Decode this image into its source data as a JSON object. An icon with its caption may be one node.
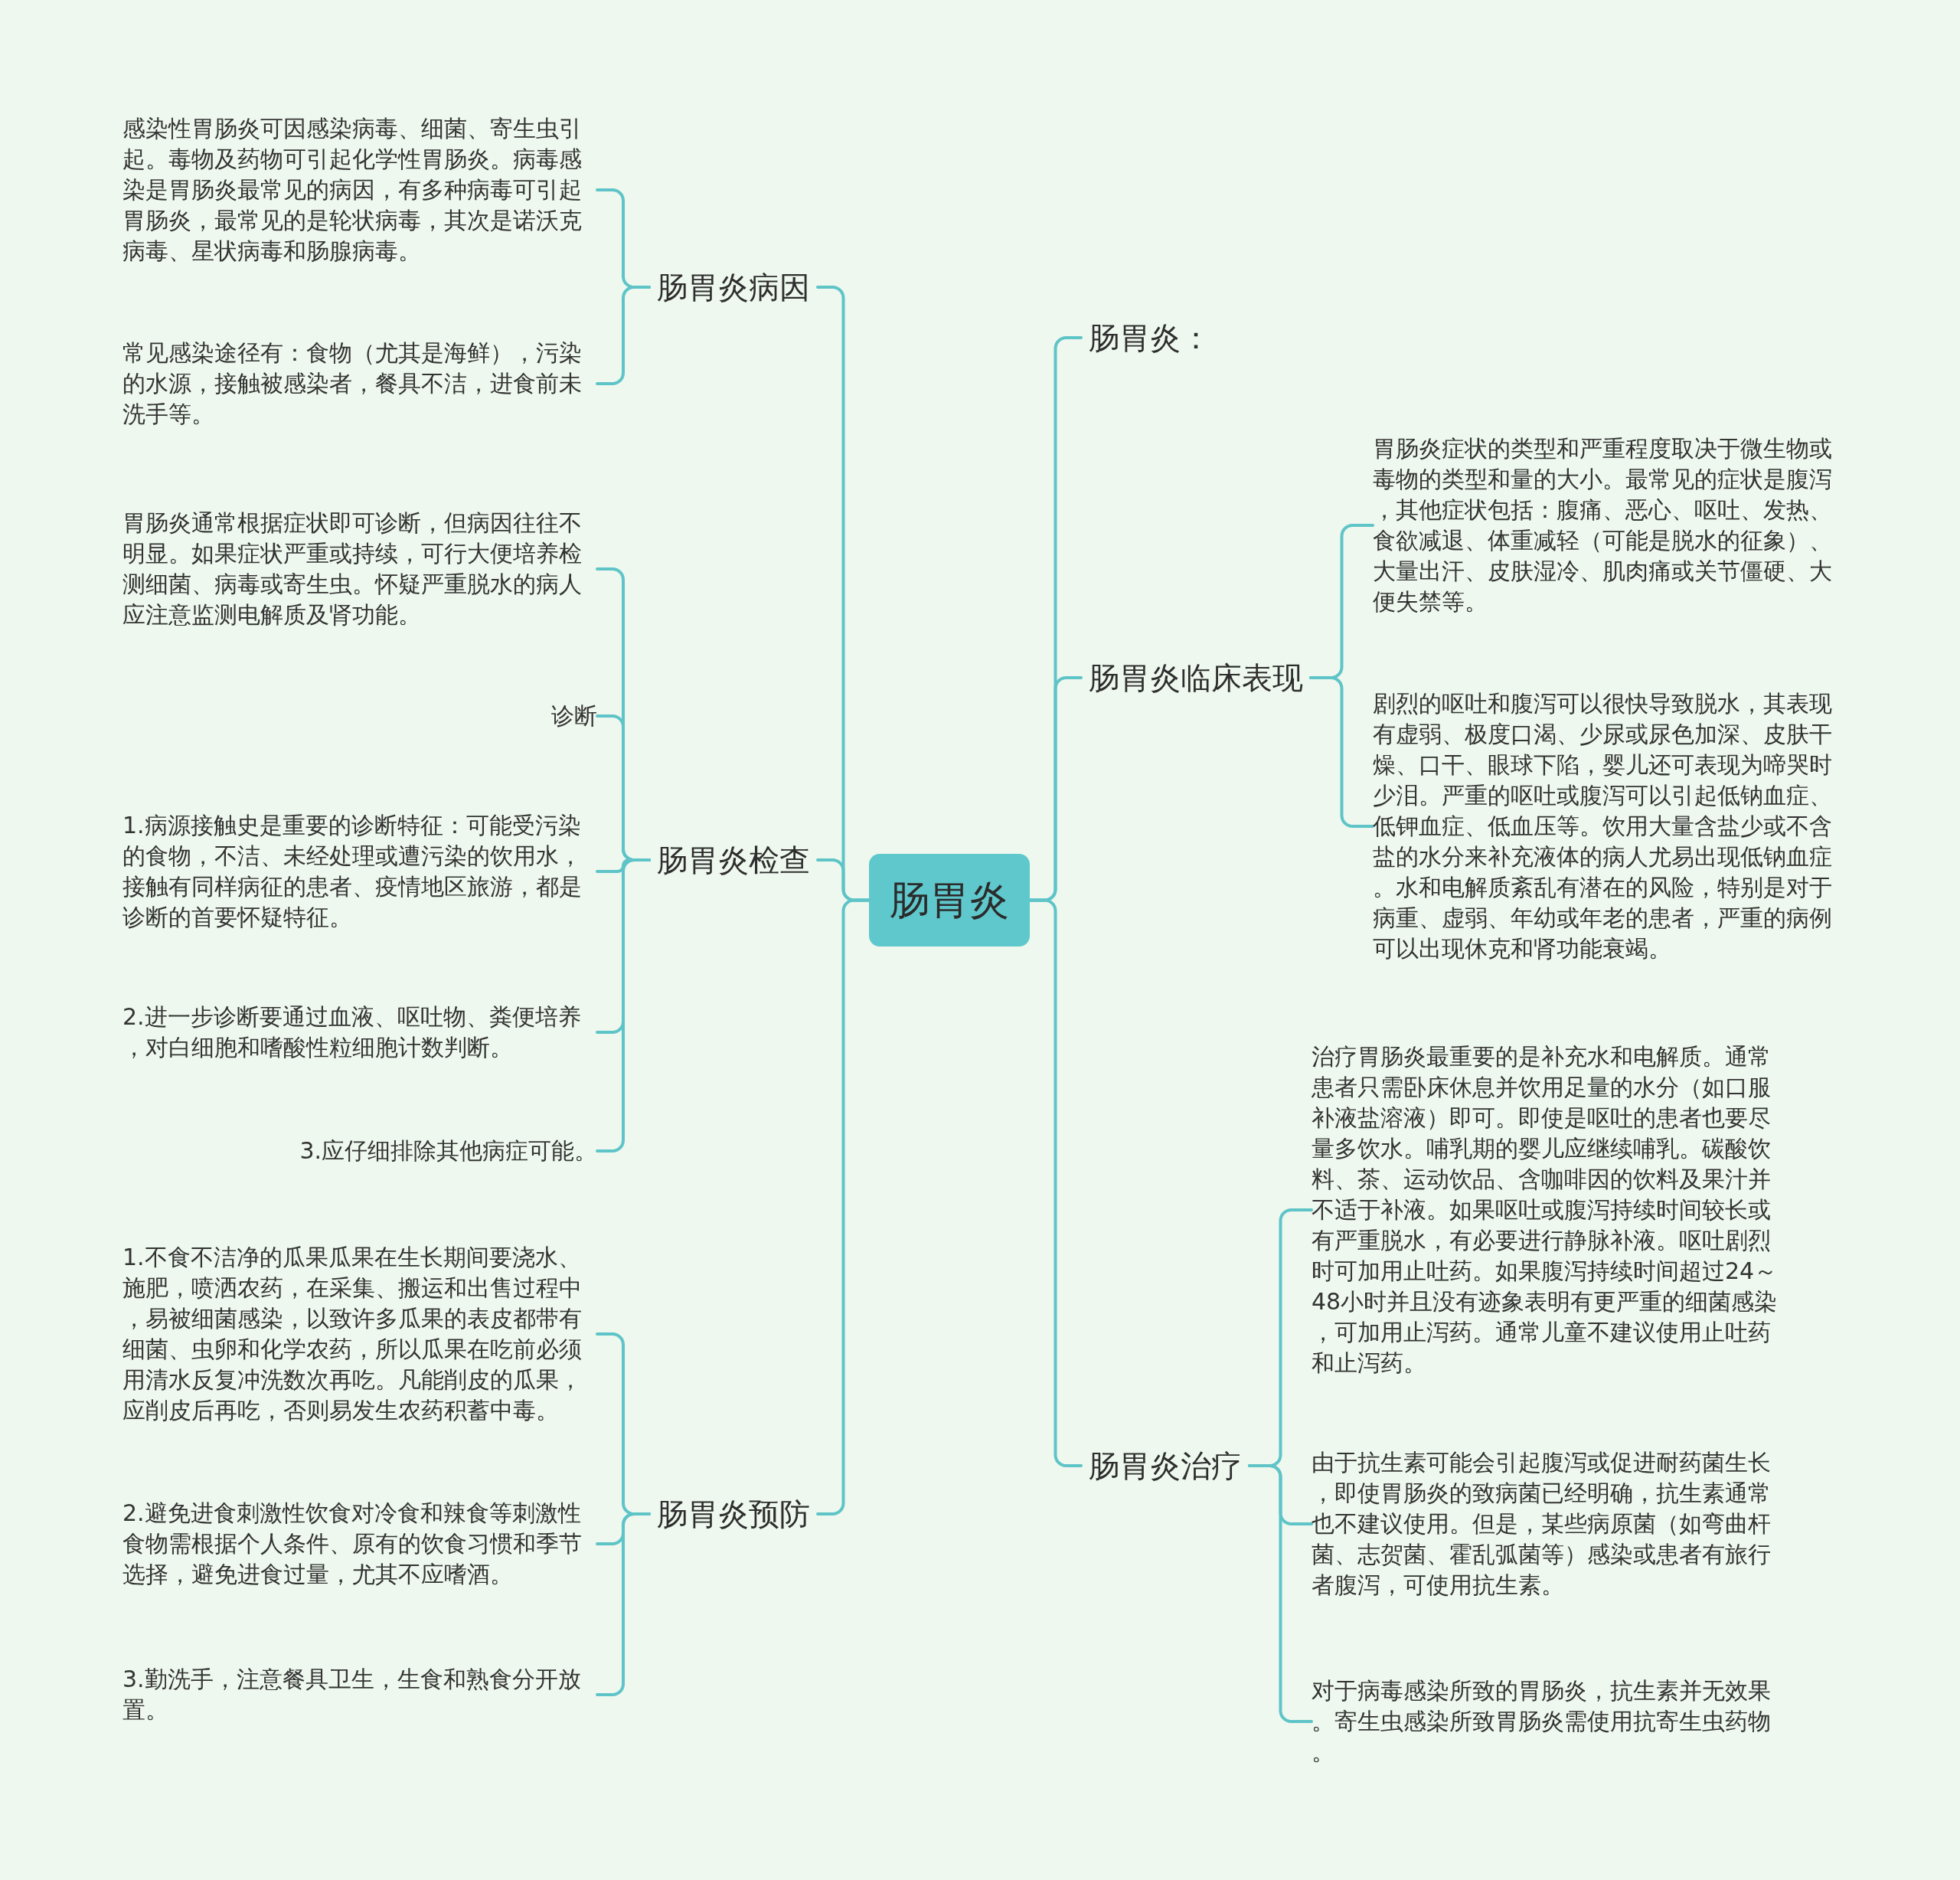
{
  "diagram": {
    "nodes": [
      {
        "text": [
          "肠胃炎"
        ]
      },
      {
        "text": [
          "肠胃炎病因"
        ]
      },
      {
        "text": [
          "感染性胃肠炎可因感染病毒、细菌、寄生虫引起。毒物及药物可引起化学性胃肠炎。病毒感染是胃肠炎最常见的病因，有多种病毒可引起胃肠炎，最常见的是轮状病毒，其次是诺沃克病毒、星状病毒和肠腺病毒。"
        ]
      },
      {
        "text": [
          "常见感染途径有：食物（尤其是海鲜），污染的水源，接触被感染者，餐具不洁，进食前未洗手等。"
        ]
      },
      {
        "text": [
          "肠胃炎检查"
        ]
      },
      {
        "text": [
          "胃肠炎通常根据症状即可诊断，但病因往往不明显。如果症状严重或持续，可行大便培养检测细菌、病毒或寄生虫。怀疑严重脱水的病人应注意监测电解质及肾功能。"
        ]
      },
      {
        "text": [
          "诊断"
        ]
      },
      {
        "text": [
          "1.病源接触史是重要的诊断特征：可能受污染的食物，不洁、未经处理或遭污染的饮用水，接触有同样病征的患者、疫情地区旅游，都是诊断的首要怀疑特征。"
        ]
      },
      {
        "text": [
          "2.进一步诊断要通过血液、呕吐物、粪便培养，对白细胞和嗜酸性粒细胞计数判断。"
        ]
      },
      {
        "text": [
          "3.应仔细排除其他病症可能。"
        ]
      },
      {
        "text": [
          "肠胃炎预防"
        ]
      },
      {
        "text": [
          "1.不食不洁净的瓜果瓜果在生长期间要浇水、施肥，喷洒农药，在采集、搬运和出售过程中，易被细菌感染，以致许多瓜果的表皮都带有细菌、虫卵和化学农药，所以瓜果在吃前必须用清水反复冲洗数次再吃。凡能削皮的瓜果，应削皮后再吃，否则易发生农药积蓄中毒。"
        ]
      },
      {
        "text": [
          "2.避免进食刺激性饮食对冷食和辣食等刺激性食物需根据个人条件、原有的饮食习惯和季节选择，避免进食过量，尤其不应嗜酒。"
        ]
      },
      {
        "text": [
          "3.勤洗手，注意餐具卫生，生食和熟食分开放置。"
        ]
      },
      {
        "text": [
          "肠胃炎："
        ]
      },
      {
        "text": [
          "肠胃炎临床表现"
        ]
      },
      {
        "text": [
          "胃肠炎症状的类型和严重程度取决于微生物或毒物的类型和量的大小。最常见的症状是腹泻，其他症状包括：腹痛、恶心、呕吐、发热、食欲减退、体重减轻（可能是脱水的征象）、大量出汗、皮肤湿冷、肌肉痛或关节僵硬、大便失禁等。"
        ]
      },
      {
        "text": [
          "剧烈的呕吐和腹泻可以很快导致脱水，其表现有虚弱、极度口渴、少尿或尿色加深、皮肤干燥、口干、眼球下陷，婴儿还可表现为啼哭时少泪。严重的呕吐或腹泻可以引起低钠血症、低钾血症、低血压等。饮用大量含盐少或不含盐的水分来补充液体的病人尤易出现低钠血症。水和电解质紊乱有潜在的风险，特别是对于病重、虚弱、年幼或年老的患者，严重的病例可以出现休克和肾功能衰竭。"
        ]
      },
      {
        "text": [
          "肠胃炎治疗"
        ]
      },
      {
        "text": [
          "治疗胃肠炎最重要的是补充水和电解质。通常患者只需卧床休息并饮用足量的水分（如口服补液盐溶液）即可。即使是呕吐的患者也要尽量多饮水。哺乳期的婴儿应继续哺乳。碳酸饮料、茶、运动饮品、含咖啡因的饮料及果汁并不适于补液。如果呕吐或腹泻持续时间较长或有严重脱水，有必要进行静脉补液。呕吐剧烈时可加用止吐药。如果腹泻持续时间超过24～48小时并且没有迹象表明有更严重的细菌感染，可加用止泻药。通常儿童不建议使用止吐药和止泻药。"
        ]
      },
      {
        "text": [
          "由于抗生素可能会引起腹泻或促进耐药菌生长，即使胃肠炎的致病菌已经明确，抗生素通常也不建议使用。但是，某些病原菌（如弯曲杆菌、志贺菌、霍乱弧菌等）感染或患者有旅行者腹泻，可使用抗生素。"
        ]
      },
      {
        "text": [
          "对于病毒感染所致的胃肠炎，抗生素并无效果。寄生虫感染所致胃肠炎需使用抗寄生虫药物。"
        ]
      }
    ],
    "edges": [
      {
        "from": 0,
        "to": 1,
        "arrow": "none"
      },
      {
        "from": 1,
        "to": 2,
        "arrow": "none"
      },
      {
        "from": 1,
        "to": 3,
        "arrow": "none"
      },
      {
        "from": 0,
        "to": 4,
        "arrow": "none"
      },
      {
        "from": 4,
        "to": 5,
        "arrow": "none"
      },
      {
        "from": 4,
        "to": 6,
        "arrow": "none"
      },
      {
        "from": 4,
        "to": 7,
        "arrow": "none"
      },
      {
        "from": 4,
        "to": 8,
        "arrow": "none"
      },
      {
        "from": 4,
        "to": 9,
        "arrow": "none"
      },
      {
        "from": 0,
        "to": 10,
        "arrow": "none"
      },
      {
        "from": 10,
        "to": 11,
        "arrow": "none"
      },
      {
        "from": 10,
        "to": 12,
        "arrow": "none"
      },
      {
        "from": 10,
        "to": 13,
        "arrow": "none"
      },
      {
        "from": 0,
        "to": 14,
        "arrow": "none"
      },
      {
        "from": 0,
        "to": 15,
        "arrow": "none"
      },
      {
        "from": 15,
        "to": 16,
        "arrow": "none"
      },
      {
        "from": 15,
        "to": 17,
        "arrow": "none"
      },
      {
        "from": 0,
        "to": 18,
        "arrow": "none"
      },
      {
        "from": 18,
        "to": 19,
        "arrow": "none"
      },
      {
        "from": 18,
        "to": 20,
        "arrow": "none"
      },
      {
        "from": 18,
        "to": 21,
        "arrow": "none"
      }
    ]
  }
}
